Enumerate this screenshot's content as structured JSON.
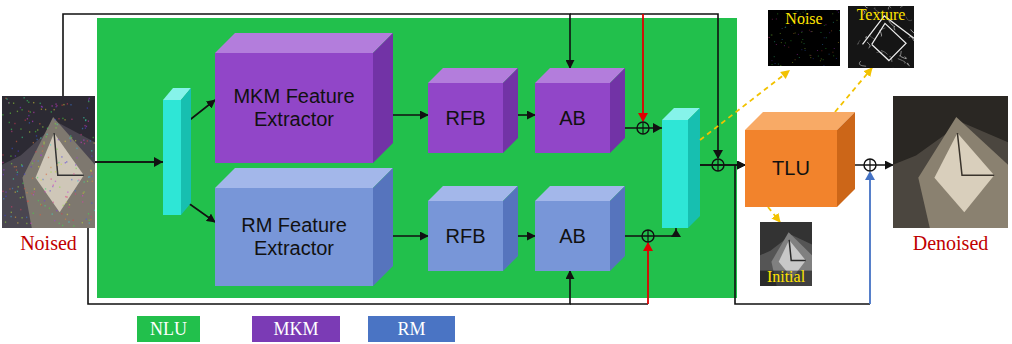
{
  "diagram": {
    "nodes": [
      {
        "text": [
          "Noised"
        ]
      },
      {
        "text": [
          "MKM Feature Extractor"
        ]
      },
      {
        "text": [
          "RFB"
        ]
      },
      {
        "text": [
          "AB"
        ]
      },
      {
        "text": [
          "RM Feature Extractor"
        ]
      },
      {
        "text": [
          "RFB"
        ]
      },
      {
        "text": [
          "AB"
        ]
      },
      {
        "text": [
          "Noise"
        ]
      },
      {
        "text": [
          "Texture"
        ]
      },
      {
        "text": [
          "TLU"
        ]
      },
      {
        "text": [
          "Initial"
        ]
      },
      {
        "text": [
          "Denoised"
        ]
      }
    ],
    "edges": [
      {
        "from": 0,
        "to": 1,
        "arrow": "to"
      },
      {
        "from": 0,
        "to": 4,
        "arrow": "to"
      },
      {
        "from": 1,
        "to": 2,
        "arrow": "to"
      },
      {
        "from": 2,
        "to": 3,
        "arrow": "to"
      },
      {
        "from": 4,
        "to": 5,
        "arrow": "to"
      },
      {
        "from": 5,
        "to": 6,
        "arrow": "to"
      },
      {
        "from": 0,
        "to": 3,
        "arrow": "to"
      },
      {
        "from": 0,
        "to": 6,
        "arrow": "to"
      },
      {
        "from": 3,
        "to": 9,
        "arrow": "to"
      },
      {
        "from": 6,
        "to": 9,
        "arrow": "to"
      },
      {
        "from": 9,
        "to": 8,
        "arrow": "to"
      },
      {
        "from": 9,
        "to": 10,
        "arrow": "to"
      },
      {
        "from": 9,
        "to": 11,
        "arrow": "to"
      }
    ],
    "legend": [
      {
        "text": "NLU",
        "color": "#22c04c"
      },
      {
        "text": "MKM",
        "color": "#7b3bb5"
      },
      {
        "text": "RM",
        "color": "#4a74c4"
      }
    ]
  }
}
